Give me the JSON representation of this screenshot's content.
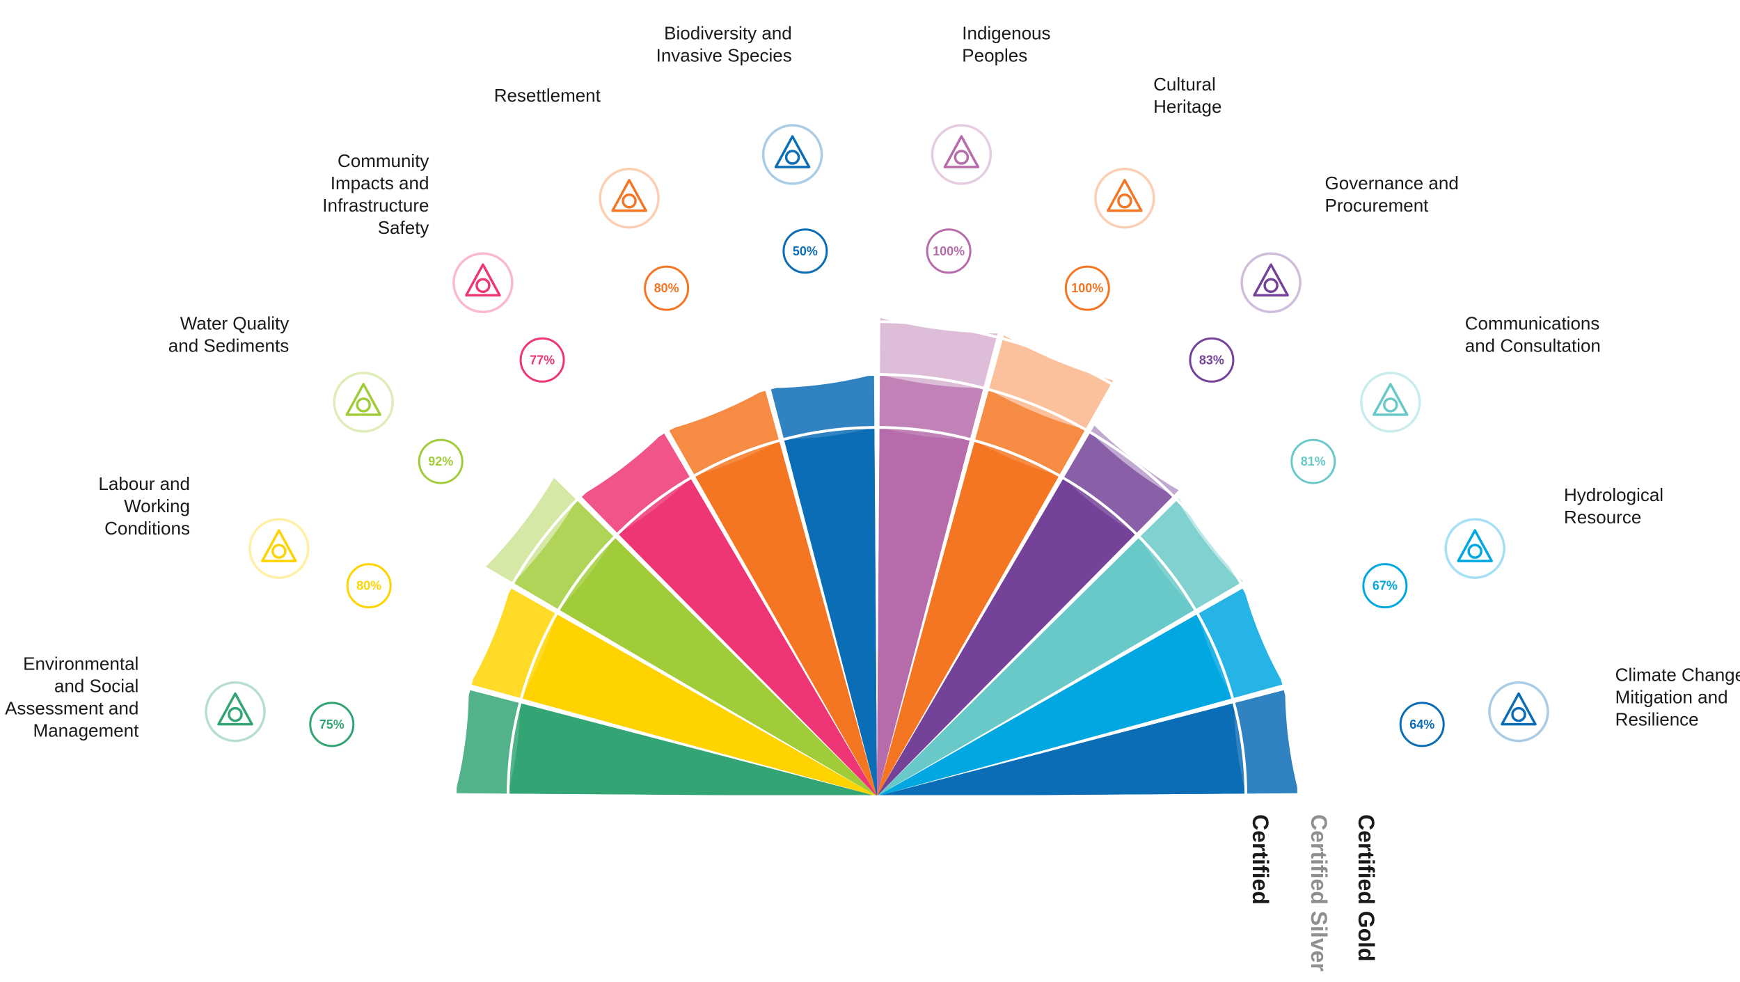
{
  "chart_data": {
    "type": "polar-bar",
    "topics": [
      {
        "label": [
          "Environmental",
          "and Social",
          "Assessment and",
          "Management"
        ],
        "percent": "75%",
        "value": 75,
        "color": "#33a474",
        "icon": "person-trees-icon"
      },
      {
        "label": [
          "Labour and",
          "Working",
          "Conditions"
        ],
        "percent": "80%",
        "value": 80,
        "color": "#ffd300",
        "icon": "hard-hat-warning-icon"
      },
      {
        "label": [
          "Water Quality",
          "and Sediments"
        ],
        "percent": "92%",
        "value": 92,
        "color": "#a1cc3a",
        "icon": "water-drop-layers-icon"
      },
      {
        "label": [
          "Community",
          "Impacts and",
          "Infrastructure",
          "Safety"
        ],
        "percent": "77%",
        "value": 77,
        "color": "#ee3677",
        "icon": "house-dam-icon"
      },
      {
        "label": [
          "Resettlement"
        ],
        "percent": "80%",
        "value": 80,
        "color": "#f47623",
        "icon": "house-trees-icon"
      },
      {
        "label": [
          "Biodiversity and",
          "Invasive Species"
        ],
        "percent": "50%",
        "value": 50,
        "color": "#0b6db5",
        "icon": "birds-tree-fish-icon"
      },
      {
        "label": [
          "Indigenous",
          "Peoples"
        ],
        "percent": "100%",
        "value": 100,
        "color": "#b66caa",
        "icon": "family-river-icon"
      },
      {
        "label": [
          "Cultural",
          "Heritage"
        ],
        "percent": "100%",
        "value": 100,
        "color": "#f47623",
        "icon": "pattern-diamond-icon"
      },
      {
        "label": [
          "Governance and",
          "Procurement"
        ],
        "percent": "83%",
        "value": 83,
        "color": "#744399",
        "icon": "checklist-cart-icon"
      },
      {
        "label": [
          "Communications",
          "and Consultation"
        ],
        "percent": "81%",
        "value": 81,
        "color": "#69c9c8",
        "icon": "speech-bubbles-icon"
      },
      {
        "label": [
          "Hydrological",
          "Resource"
        ],
        "percent": "67%",
        "value": 67,
        "color": "#00a7e1",
        "icon": "water-cycle-icon"
      },
      {
        "label": [
          "Climate Change",
          "Mitigation and",
          "Resilience"
        ],
        "percent": "64%",
        "value": 64,
        "color": "#0b6db5",
        "icon": "cloud-plus-minus-icon"
      }
    ],
    "rating_levels": [
      "Certified",
      "Certified Silver",
      "Certified Gold"
    ]
  }
}
